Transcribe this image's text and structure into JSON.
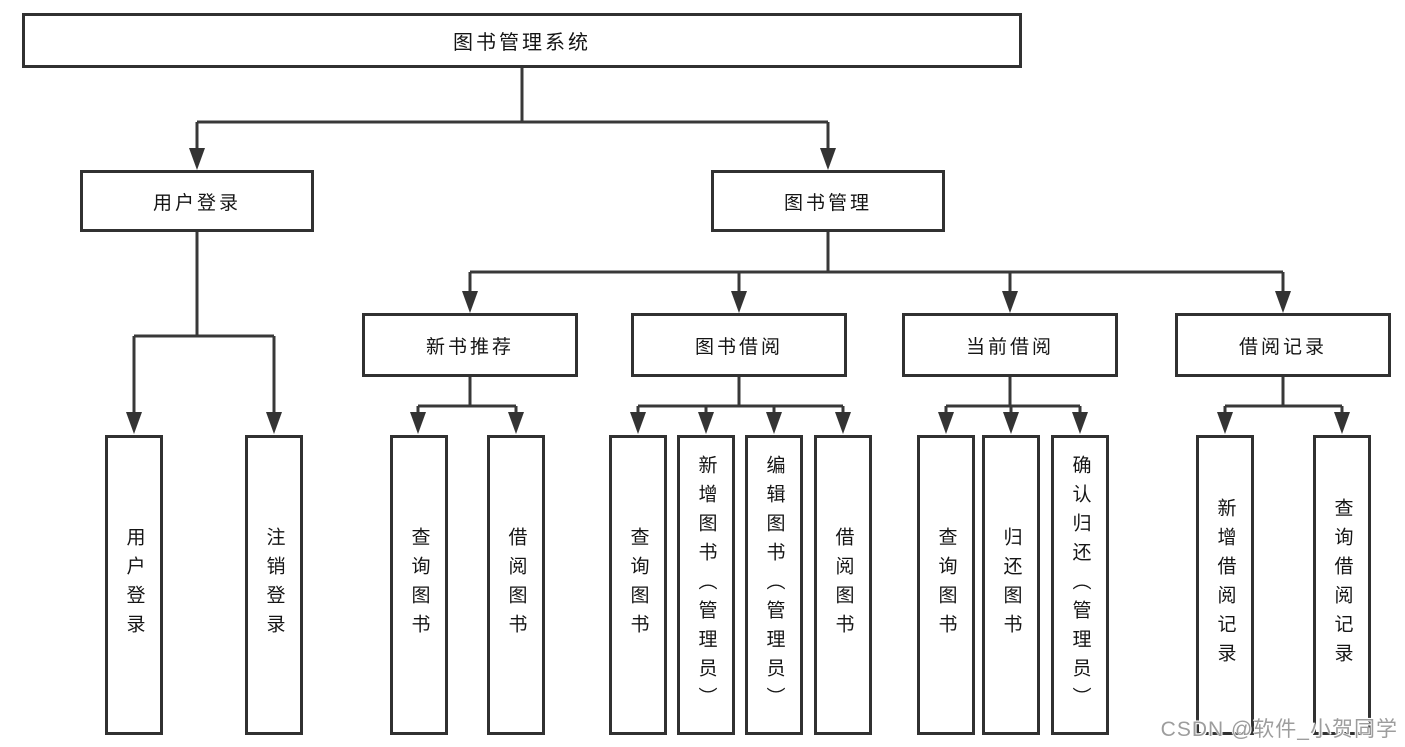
{
  "nodes": {
    "root": {
      "label": "图书管理系统"
    },
    "user_login": {
      "label": "用户登录"
    },
    "book_mgmt": {
      "label": "图书管理"
    },
    "new_book_rec": {
      "label": "新书推荐"
    },
    "book_borrow": {
      "label": "图书借阅"
    },
    "current_borrow": {
      "label": "当前借阅"
    },
    "borrow_records": {
      "label": "借阅记录"
    },
    "leaf_user_login": {
      "label": "用户登录"
    },
    "leaf_logout": {
      "label": "注销登录"
    },
    "leaf_query_book_rec": {
      "label": "查询图书"
    },
    "leaf_borrow_book_rec": {
      "label": "借阅图书"
    },
    "leaf_query_book_borrow": {
      "label": "查询图书"
    },
    "leaf_add_book": {
      "label": "新增图书（管理员）"
    },
    "leaf_edit_book": {
      "label": "编辑图书（管理员）"
    },
    "leaf_borrow_book_borrow": {
      "label": "借阅图书"
    },
    "leaf_query_book_current": {
      "label": "查询图书"
    },
    "leaf_return_book": {
      "label": "归还图书"
    },
    "leaf_confirm_return": {
      "label": "确认归还（管理员）"
    },
    "leaf_add_borrow_record": {
      "label": "新增借阅记录"
    },
    "leaf_query_borrow_record": {
      "label": "查询借阅记录"
    }
  },
  "watermark": {
    "text": "CSDN @软件_小贺同学"
  },
  "colors": {
    "line": "#383838",
    "border": "#313131",
    "text": "#151515",
    "watermark": "#9d9d9d"
  }
}
